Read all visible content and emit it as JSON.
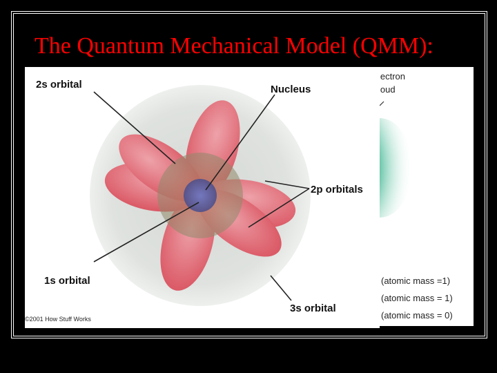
{
  "title": "The Quantum Mechanical Model (QMM):",
  "diagram": {
    "labels": {
      "orbital_2s": "2s orbital",
      "nucleus": "Nucleus",
      "orbitals_2p": "2p orbitals",
      "orbital_1s": "1s orbital",
      "orbital_3s": "3s orbital"
    },
    "credit": "©2001 How Stuff Works"
  },
  "side_figure": {
    "cloud_label_line1": "lectron",
    "cloud_label_line2": "loud",
    "rows": [
      "(atomic mass =1)",
      "(atomic mass = 1)",
      "(atomic mass = 0)"
    ]
  },
  "colors": {
    "title": "#ff0000",
    "lobe": "#e0535f",
    "cloud": "#1a9e76"
  }
}
